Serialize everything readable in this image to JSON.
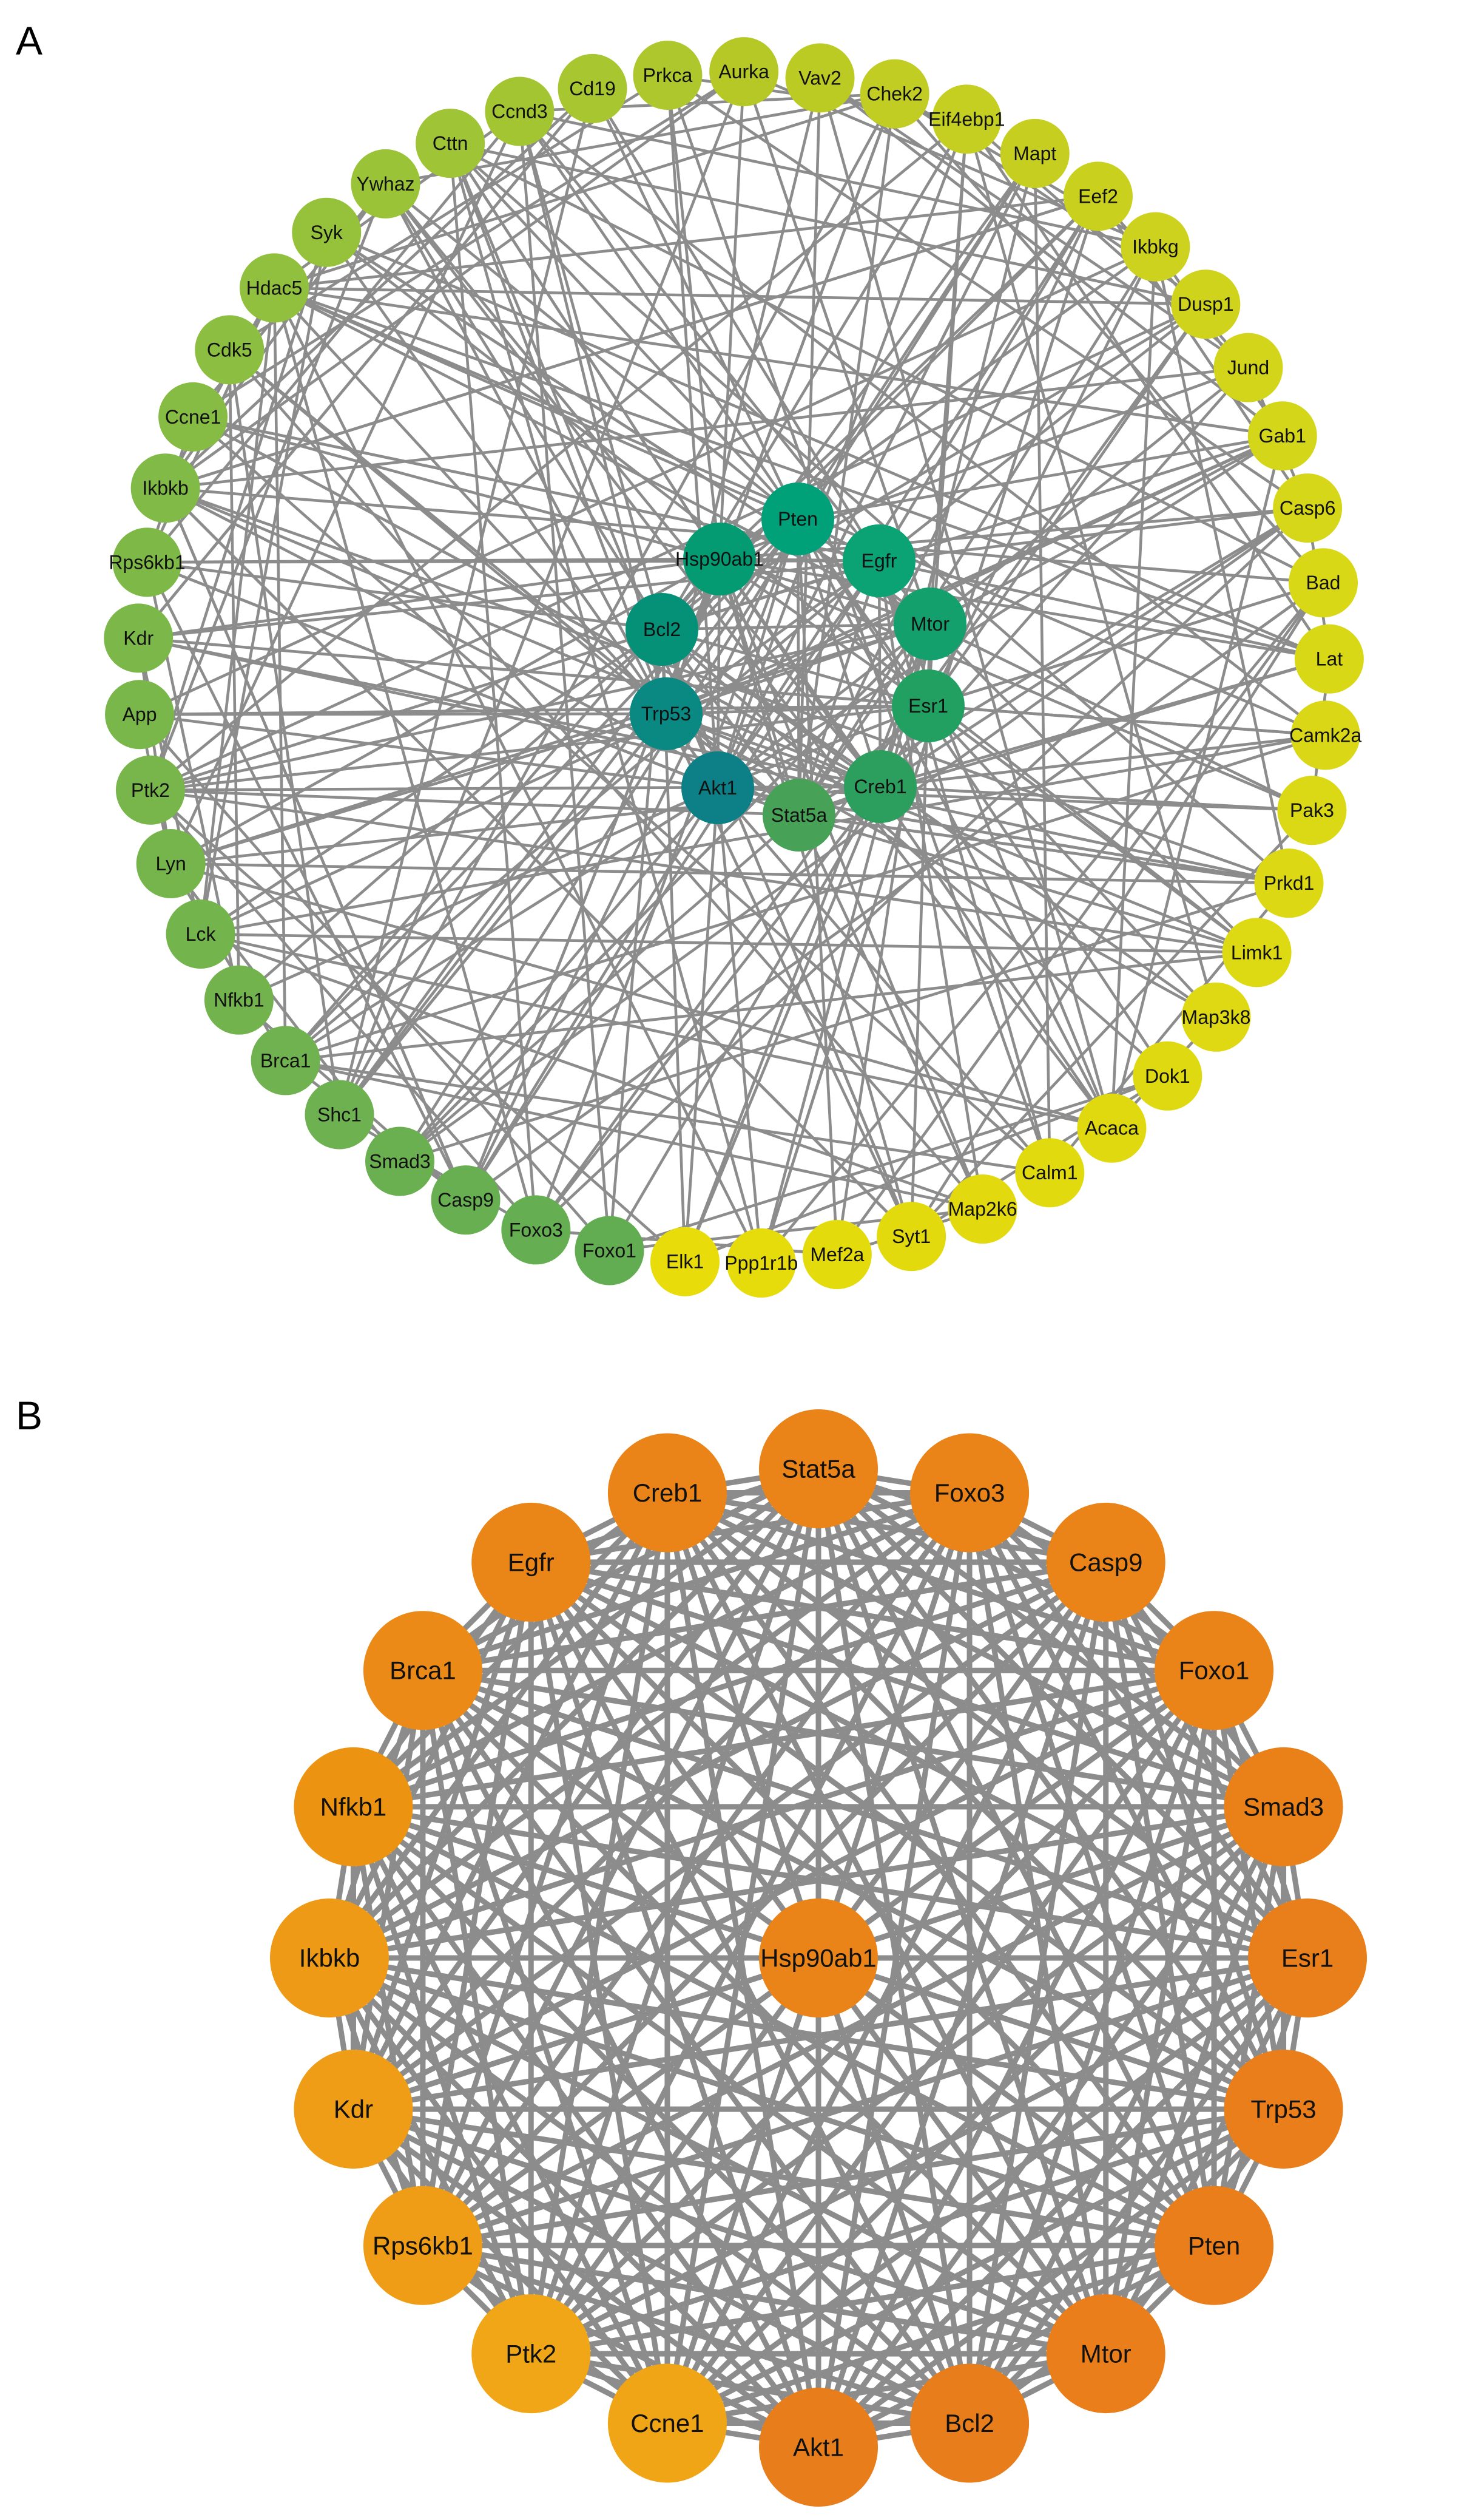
{
  "panels": [
    {
      "label": "A",
      "outer_nodes": [
        {
          "name": "Aurka",
          "color": "#b5c826"
        },
        {
          "name": "Vav2",
          "color": "#bccb23"
        },
        {
          "name": "Chek2",
          "color": "#c1cd22"
        },
        {
          "name": "Eif4ebp1",
          "color": "#c4cf21"
        },
        {
          "name": "Mapt",
          "color": "#c6cf20"
        },
        {
          "name": "Eef2",
          "color": "#c9d11e"
        },
        {
          "name": "Ikbkg",
          "color": "#ccd21d"
        },
        {
          "name": "Dusp1",
          "color": "#cfd31c"
        },
        {
          "name": "Jund",
          "color": "#d2d51a"
        },
        {
          "name": "Gab1",
          "color": "#d4d619"
        },
        {
          "name": "Casp6",
          "color": "#d6d718"
        },
        {
          "name": "Bad",
          "color": "#d8d817"
        },
        {
          "name": "Lat",
          "color": "#d9d817"
        },
        {
          "name": "Camk2a",
          "color": "#dad816"
        },
        {
          "name": "Pak3",
          "color": "#dbd915"
        },
        {
          "name": "Prkd1",
          "color": "#dcd914"
        },
        {
          "name": "Limk1",
          "color": "#ddd913"
        },
        {
          "name": "Map3k8",
          "color": "#ded912"
        },
        {
          "name": "Dok1",
          "color": "#dfd911"
        },
        {
          "name": "Acaca",
          "color": "#e0d910"
        },
        {
          "name": "Calm1",
          "color": "#e1da0f"
        },
        {
          "name": "Map2k6",
          "color": "#e2da0e"
        },
        {
          "name": "Syt1",
          "color": "#e3da0d"
        },
        {
          "name": "Mef2a",
          "color": "#e4db0c"
        },
        {
          "name": "Ppp1r1b",
          "color": "#e6db0b"
        },
        {
          "name": "Elk1",
          "color": "#e8dc0a"
        },
        {
          "name": "Foxo1",
          "color": "#62ad52"
        },
        {
          "name": "Foxo3",
          "color": "#65ae52"
        },
        {
          "name": "Casp9",
          "color": "#68af51"
        },
        {
          "name": "Smad3",
          "color": "#6bb050"
        },
        {
          "name": "Shc1",
          "color": "#6db150"
        },
        {
          "name": "Brca1",
          "color": "#70b24f"
        },
        {
          "name": "Nfkb1",
          "color": "#72b34e"
        },
        {
          "name": "Lck",
          "color": "#74b44d"
        },
        {
          "name": "Lyn",
          "color": "#76b54c"
        },
        {
          "name": "Ptk2",
          "color": "#78b64b"
        },
        {
          "name": "App",
          "color": "#7ab74a"
        },
        {
          "name": "Kdr",
          "color": "#7cb849"
        },
        {
          "name": "Rps6kb1",
          "color": "#7eb948"
        },
        {
          "name": "Ikbkb",
          "color": "#81ba47"
        },
        {
          "name": "Ccne1",
          "color": "#86bc44"
        },
        {
          "name": "Cdk5",
          "color": "#8bbe41"
        },
        {
          "name": "Hdac5",
          "color": "#90c03e"
        },
        {
          "name": "Syk",
          "color": "#95c13b"
        },
        {
          "name": "Ywhaz",
          "color": "#9ac338"
        },
        {
          "name": "Cttn",
          "color": "#9fc435"
        },
        {
          "name": "Ccnd3",
          "color": "#a4c532"
        },
        {
          "name": "Cd19",
          "color": "#a8c62f"
        },
        {
          "name": "Prkca",
          "color": "#adc72c"
        }
      ],
      "inner_nodes": [
        {
          "name": "Pten",
          "color": "#00a078"
        },
        {
          "name": "Egfr",
          "color": "#0ba274"
        },
        {
          "name": "Mtor",
          "color": "#14a06c"
        },
        {
          "name": "Esr1",
          "color": "#22a062"
        },
        {
          "name": "Creb1",
          "color": "#2c9e5e"
        },
        {
          "name": "Stat5a",
          "color": "#47a257"
        },
        {
          "name": "Akt1",
          "color": "#0d7f86"
        },
        {
          "name": "Trp53",
          "color": "#0a8882"
        },
        {
          "name": "Bcl2",
          "color": "#059078"
        },
        {
          "name": "Hsp90ab1",
          "color": "#049a72"
        }
      ]
    },
    {
      "label": "B",
      "center_node": {
        "name": "Hsp90ab1",
        "color": "#ea8418"
      },
      "ring_nodes": [
        {
          "name": "Stat5a",
          "color": "#ea8318"
        },
        {
          "name": "Foxo3",
          "color": "#ea8418"
        },
        {
          "name": "Casp9",
          "color": "#ea8418"
        },
        {
          "name": "Foxo1",
          "color": "#ea8318"
        },
        {
          "name": "Smad3",
          "color": "#ea8118"
        },
        {
          "name": "Esr1",
          "color": "#e97f1a"
        },
        {
          "name": "Trp53",
          "color": "#e97e1a"
        },
        {
          "name": "Pten",
          "color": "#e97e1a"
        },
        {
          "name": "Mtor",
          "color": "#e97e1a"
        },
        {
          "name": "Bcl2",
          "color": "#e87d1b"
        },
        {
          "name": "Akt1",
          "color": "#e77d1b"
        },
        {
          "name": "Ccne1",
          "color": "#f0a516"
        },
        {
          "name": "Ptk2",
          "color": "#f0a617"
        },
        {
          "name": "Rps6kb1",
          "color": "#ef9d17"
        },
        {
          "name": "Kdr",
          "color": "#ef9c17"
        },
        {
          "name": "Ikbkb",
          "color": "#ee9a16"
        },
        {
          "name": "Nfkb1",
          "color": "#ec9312"
        },
        {
          "name": "Brca1",
          "color": "#eb8a16"
        },
        {
          "name": "Egfr",
          "color": "#ea8618"
        },
        {
          "name": "Creb1",
          "color": "#ea8418"
        }
      ]
    }
  ]
}
